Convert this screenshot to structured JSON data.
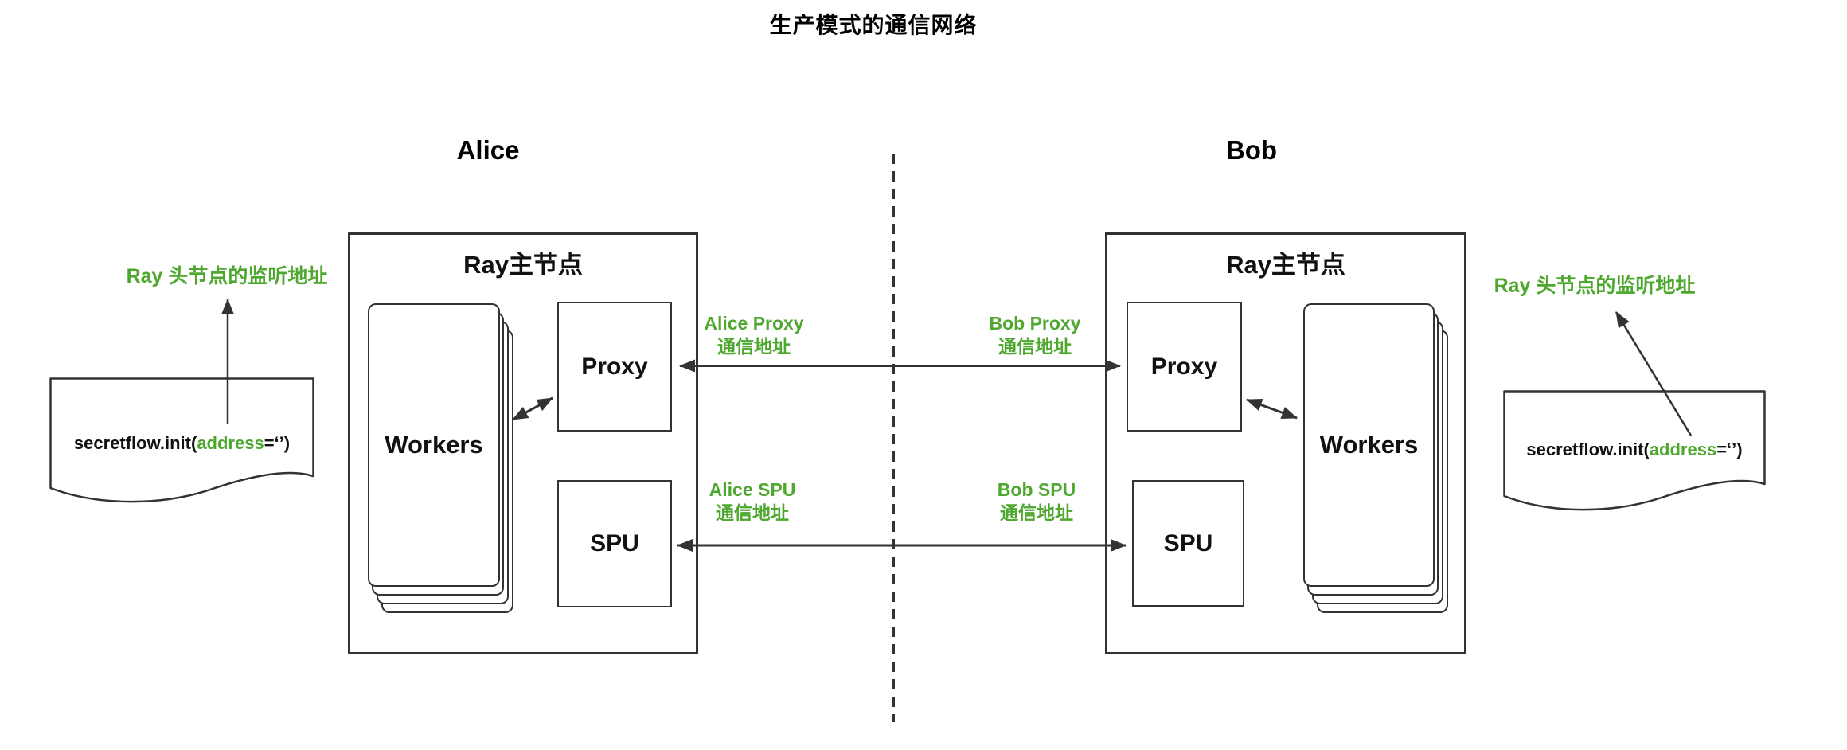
{
  "title": "生产模式的通信网络",
  "colors": {
    "accent_green": "#4EA72E",
    "line": "#333333"
  },
  "parties": [
    {
      "name": "Alice",
      "node_label": "Ray主节点",
      "workers_label": "Workers",
      "proxy_label": "Proxy",
      "spu_label": "SPU"
    },
    {
      "name": "Bob",
      "node_label": "Ray主节点",
      "workers_label": "Workers",
      "proxy_label": "Proxy",
      "spu_label": "SPU"
    }
  ],
  "labels": {
    "alice_proxy_addr": {
      "line1": "Alice Proxy",
      "line2": "通信地址"
    },
    "bob_proxy_addr": {
      "line1": "Bob Proxy",
      "line2": "通信地址"
    },
    "alice_spu_addr": {
      "line1": "Alice SPU",
      "line2": "通信地址"
    },
    "bob_spu_addr": {
      "line1": "Bob SPU",
      "line2": "通信地址"
    },
    "listen_addr_left": "Ray 头节点的监听地址",
    "listen_addr_right": "Ray 头节点的监听地址"
  },
  "code": {
    "prefix": "secretflow.init(",
    "highlight": "address",
    "suffix": "=‘’)"
  }
}
